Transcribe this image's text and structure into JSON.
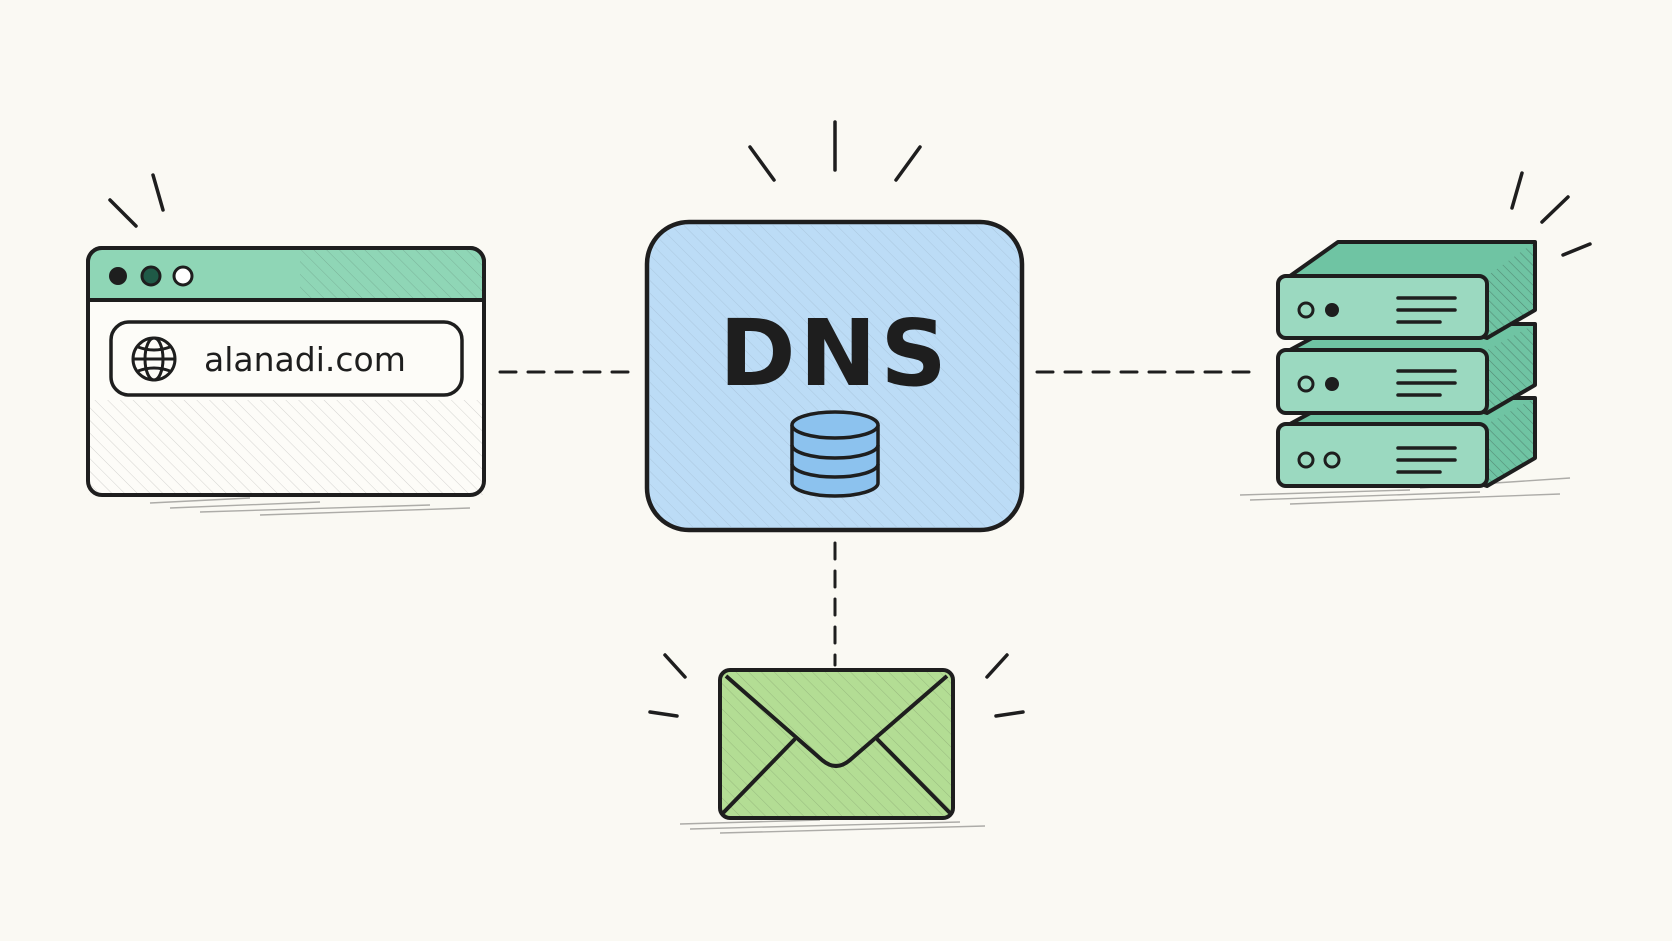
{
  "browser": {
    "address_text": "alanadi.com",
    "globe_icon": "globe-icon"
  },
  "dns": {
    "label": "DNS",
    "icon": "database-icon"
  },
  "server": {
    "icon": "server-rack-icon",
    "unit_count": 3
  },
  "mail": {
    "icon": "envelope-icon"
  },
  "colors": {
    "background": "#faf9f3",
    "outline": "#1e1e1e",
    "browser_bar": "#8fd6b6",
    "dns_fill": "#bcdcf6",
    "database_fill": "#8cc2ee",
    "server_front": "#9bd9c0",
    "server_side": "#6fc4a3",
    "envelope_fill": "#b3dd94"
  }
}
